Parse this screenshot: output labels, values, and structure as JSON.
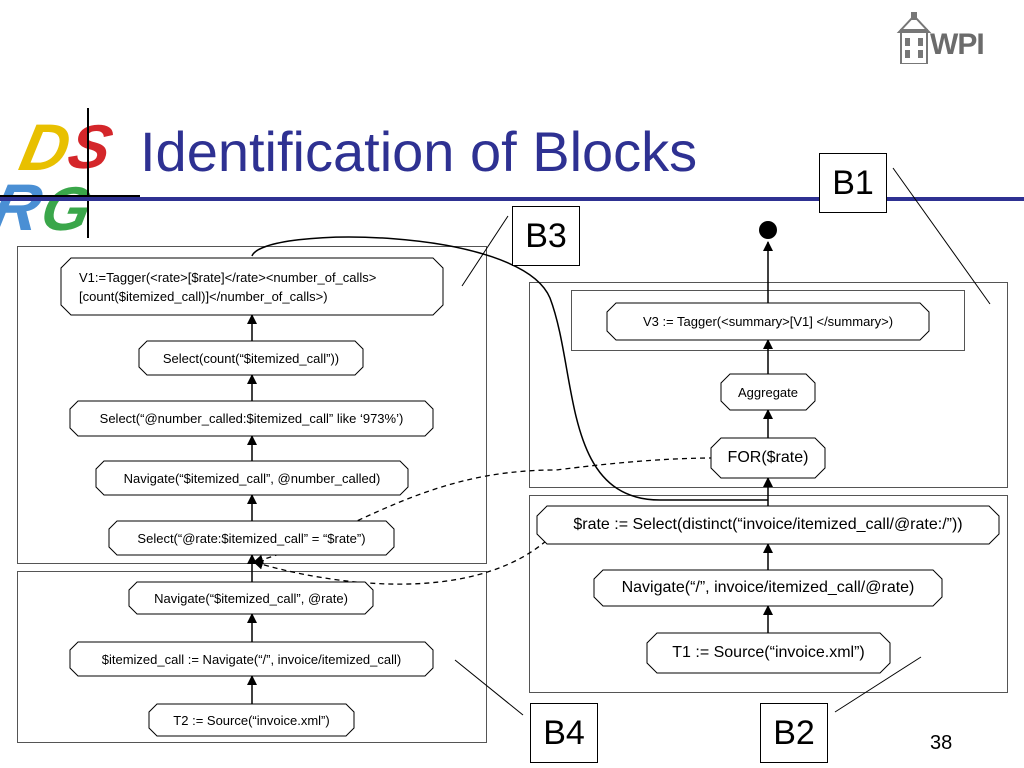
{
  "slide": {
    "title": "Identification of Blocks",
    "page_number": "38",
    "logo_left": "DSRG",
    "logo_right": "WPI"
  },
  "block_labels": {
    "b1": "B1",
    "b2": "B2",
    "b3": "B3",
    "b4": "B4"
  },
  "left_nodes": {
    "v1_line1": "V1:=Tagger(<rate>[$rate]</rate><number_of_calls>",
    "v1_line2": "[count($itemized_call)]</number_of_calls>)",
    "select_count": "Select(count(“$itemized_call”))",
    "select_number_called": "Select(“@number_called:$itemized_call” like ‘973%’)",
    "navigate_number_called": "Navigate(“$itemized_call”, @number_called)",
    "select_rate": "Select(“@rate:$itemized_call” = “$rate”)",
    "navigate_rate": "Navigate(“$itemized_call”, @rate)",
    "itemized_call_assign": "$itemized_call := Navigate(“/”, invoice/itemized_call)",
    "t2_source": "T2 := Source(“invoice.xml”)"
  },
  "right_nodes": {
    "v3_tagger": "V3 := Tagger(<summary>[V1] </summary>)",
    "aggregate": "Aggregate",
    "for_rate": "FOR($rate)",
    "rate_select": "$rate := Select(distinct(“invoice/itemized_call/@rate:/”))",
    "navigate_root": "Navigate(“/”, invoice/itemized_call/@rate)",
    "t1_source": "T1 := Source(“invoice.xml”)"
  },
  "colors": {
    "title": "#2e3192",
    "rule": "#2e3192",
    "box_border": "#555555"
  }
}
